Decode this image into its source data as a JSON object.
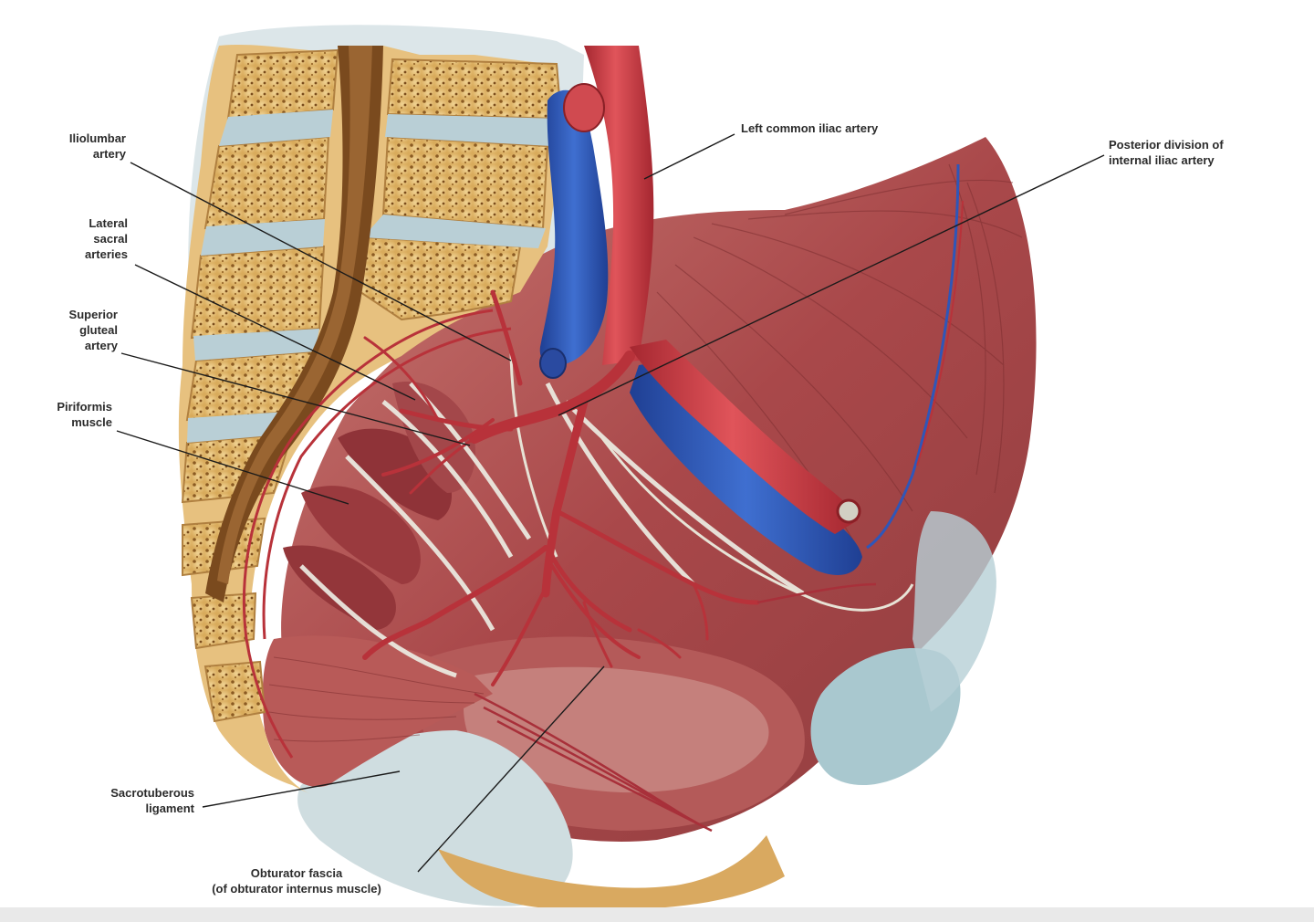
{
  "labels": {
    "iliolumbar": "Iliolumbar\nartery",
    "lateral_sacral": "Lateral\nsacral\narteries",
    "superior_gluteal": "Superior\ngluteal\nartery",
    "piriformis": "Piriformis\nmuscle",
    "sacrotuberous": "Sacrotuberous\nligament",
    "obturator_fascia": "Obturator fascia\n(of obturator internus muscle)",
    "left_common_iliac": "Left common iliac artery",
    "posterior_division": "Posterior division of\ninternal iliac artery"
  },
  "colors": {
    "bone": "#e6c07a",
    "bone_dark": "#9a6a2c",
    "disc": "#b9cfd6",
    "artery": "#c8323a",
    "vein": "#2f56b8",
    "muscle": "#a9484a",
    "muscle_light": "#c97a74",
    "ligament": "#cfdde0",
    "leader_line": "#1a1a1a"
  }
}
